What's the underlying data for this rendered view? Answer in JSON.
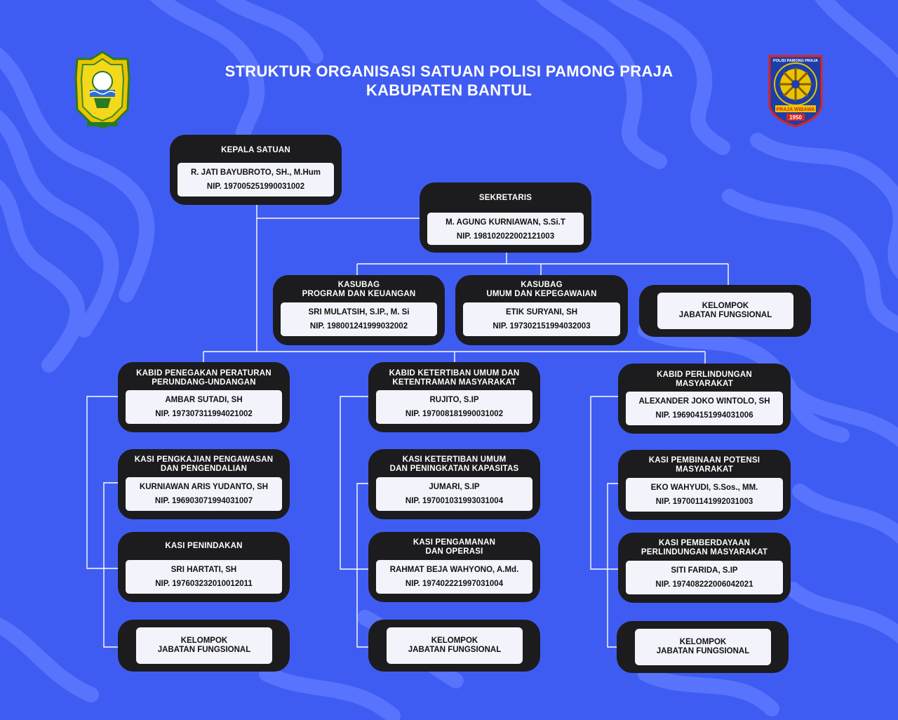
{
  "header": {
    "title_line1": "STRUKTUR ORGANISASI SATUAN POLISI PAMONG PRAJA",
    "title_line2": "KABUPATEN BANTUL"
  },
  "logos": {
    "left_icon": "bantul-regency-emblem",
    "right_icon": "satpol-pp-emblem",
    "right_text_top": "POLISI PAMONG PRAJA",
    "right_text_motto": "PRAJA WIBAWA",
    "right_text_year": "1950"
  },
  "colors": {
    "background": "#3f5cf2",
    "box": "#1c1c1e",
    "card": "#f3f4fb",
    "line": "#ffffff"
  },
  "kepala": {
    "title": "KEPALA SATUAN",
    "name": "R. JATI BAYUBROTO, SH., M.Hum",
    "nip": "NIP. 197005251990031002"
  },
  "sekretaris": {
    "title": "SEKRETARIS",
    "name": "M. AGUNG KURNIAWAN, S.Si.T",
    "nip": "NIP. 198102022002121003"
  },
  "kasubag": [
    {
      "title_line1": "KASUBAG",
      "title_line2": "PROGRAM DAN KEUANGAN",
      "name": "SRI MULATSIH, S.IP., M. Si",
      "nip": "NIP. 198001241999032002"
    },
    {
      "title_line1": "KASUBAG",
      "title_line2": "UMUM DAN KEPEGAWAIAN",
      "name": "ETIK SURYANI, SH",
      "nip": "NIP. 197302151994032003"
    }
  ],
  "sek_fungsional": {
    "line1": "KELOMPOK",
    "line2": "JABATAN FUNGSIONAL"
  },
  "columns": [
    {
      "kabid": {
        "title_line1": "KABID PENEGAKAN PERATURAN",
        "title_line2": "PERUNDANG-UNDANGAN",
        "name": "AMBAR SUTADI, SH",
        "nip": "NIP. 197307311994021002"
      },
      "kasi": [
        {
          "title_line1": "KASI PENGKAJIAN PENGAWASAN",
          "title_line2": "DAN PENGENDALIAN",
          "name": "KURNIAWAN ARIS YUDANTO, SH",
          "nip": "NIP. 196903071994031007"
        },
        {
          "title_line1": "KASI PENINDAKAN",
          "title_line2": "",
          "name": "SRI HARTATI, SH",
          "nip": "NIP. 197603232010012011"
        }
      ],
      "fungsional": {
        "line1": "KELOMPOK",
        "line2": "JABATAN FUNGSIONAL"
      }
    },
    {
      "kabid": {
        "title_line1": "KABID KETERTIBAN UMUM DAN",
        "title_line2": "KETENTRAMAN MASYARAKAT",
        "name": "RUJITO, S.IP",
        "nip": "NIP. 197008181990031002"
      },
      "kasi": [
        {
          "title_line1": "KASI KETERTIBAN UMUM",
          "title_line2": "DAN PENINGKATAN KAPASITAS",
          "name": "JUMARI, S.IP",
          "nip": "NIP. 197001031993031004"
        },
        {
          "title_line1": "KASI PENGAMANAN",
          "title_line2": "DAN OPERASI",
          "name": "RAHMAT BEJA WAHYONO, A.Md.",
          "nip": "NIP. 197402221997031004"
        }
      ],
      "fungsional": {
        "line1": "KELOMPOK",
        "line2": "JABATAN FUNGSIONAL"
      }
    },
    {
      "kabid": {
        "title_line1": "KABID PERLINDUNGAN",
        "title_line2": "MASYARAKAT",
        "name": "ALEXANDER JOKO WINTOLO, SH",
        "nip": "NIP. 196904151994031006"
      },
      "kasi": [
        {
          "title_line1": "KASI PEMBINAAN POTENSI",
          "title_line2": "MASYARAKAT",
          "name": "EKO WAHYUDI, S.Sos., MM.",
          "nip": "NIP. 197001141992031003"
        },
        {
          "title_line1": "KASI PEMBERDAYAAN",
          "title_line2": "PERLINDUNGAN MASYARAKAT",
          "name": "SITI FARIDA, S.IP",
          "nip": "NIP. 197408222006042021"
        }
      ],
      "fungsional": {
        "line1": "KELOMPOK",
        "line2": "JABATAN FUNGSIONAL"
      }
    }
  ]
}
